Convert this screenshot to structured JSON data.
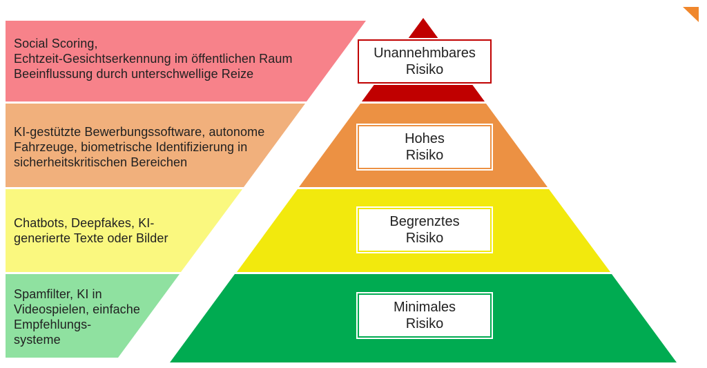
{
  "background": "#FFFFFF",
  "text_color": "#212121",
  "box_fill": "#FFFFFF",
  "corner_accent_color": "#F0872C",
  "levels": [
    {
      "label": "Unannehmbares\nRisiko",
      "examples": "Social Scoring,\nEchtzeit-Gesichtserkennung im öffentlichen Raum\nBeeinflussung durch unterschwellige Reize",
      "layer_color": "#C00000",
      "band_color": "#F7828A"
    },
    {
      "label": "Hohes\nRisiko",
      "examples": "KI-gestützte Bewerbungssoftware, autonome\nFahrzeuge, biometrische Identifizierung in\nsicherheitskritischen Bereichen",
      "layer_color": "#EC9143",
      "band_color": "#F1B07C"
    },
    {
      "label": "Begrenztes\nRisiko",
      "examples": "Chatbots, Deepfakes, KI-\ngenerierte Texte oder Bilder",
      "layer_color": "#F2E90D",
      "band_color": "#FAF87F"
    },
    {
      "label": "Minimales\nRisiko",
      "examples": "Spamfilter, KI in\nVideospielen, einfache\nEmpfehlungs-\nsysteme",
      "layer_color": "#00AB51",
      "band_color": "#8FE1A0"
    }
  ]
}
